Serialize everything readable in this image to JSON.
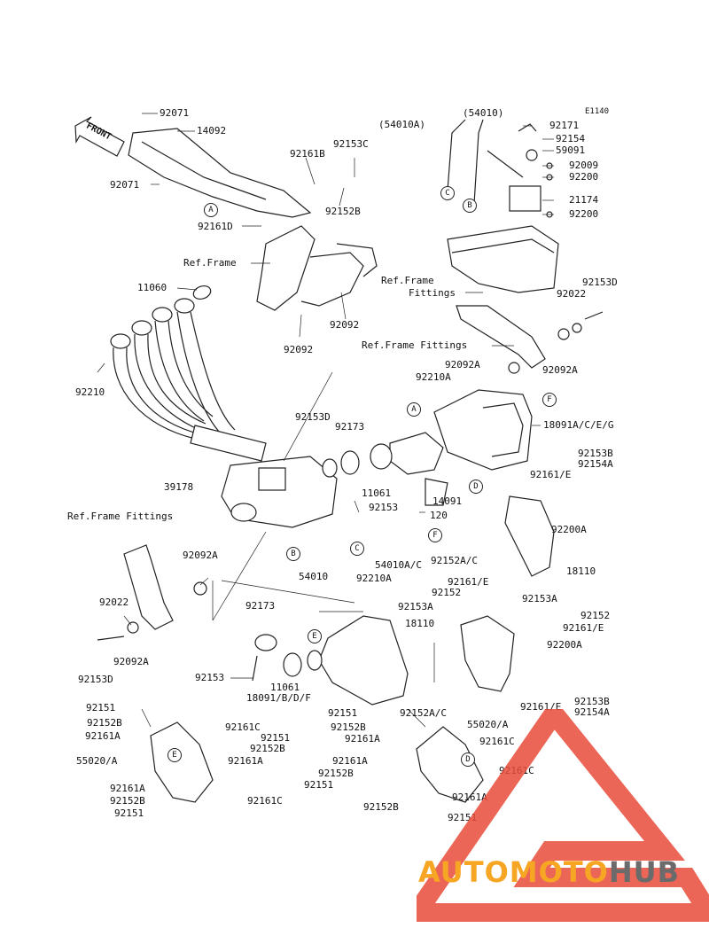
{
  "diagram_code": "E1140",
  "front_label": "FRONT",
  "callouts": [
    "A",
    "B",
    "C",
    "D",
    "E",
    "F"
  ],
  "labels": {
    "l92071a": "92071",
    "l14092": "14092",
    "l92071b": "92071",
    "l92161b": "92161B",
    "l92153c": "92153C",
    "l92152b_top": "92152B",
    "l92161d": "92161D",
    "l54010a_top": "(54010A)",
    "l54010_top": "(54010)",
    "l92171": "92171",
    "l92154": "92154",
    "l59091": "59091",
    "l92009": "92009",
    "l92200a_top": "92200",
    "l21174": "21174",
    "l92200b_top": "92200",
    "l_ref_frame": "Ref.Frame",
    "l11060": "11060",
    "l_ref_ff1a": "Ref.Frame",
    "l_ref_ff1b": "Fittings",
    "l92092_l": "92092",
    "l92092_r": "92092",
    "l92153d_tr": "92153D",
    "l92022_tr": "92022",
    "l_ref_ff2": "Ref.Frame Fittings",
    "l92210": "92210",
    "l92092a_tr": "92092A",
    "l92092a_tr2": "92092A",
    "l92210a_m": "92210A",
    "l92153d_m": "92153D",
    "l92173_m": "92173",
    "l18091_ceg": "18091A/C/E/G",
    "l92153b_r": "92153B",
    "l92154a_r": "92154A",
    "l39178": "39178",
    "l11061_m": "11061",
    "l92153_m": "92153",
    "l14091": "14091",
    "l120": "120",
    "l92161e_r": "92161/E",
    "l92200a_r": "92200A",
    "l_ref_ff3": "Ref.Frame Fittings",
    "l54010_m": "54010",
    "l54010a_m": "54010A/C",
    "l92152ac_m": "92152A/C",
    "l18110_r": "18110",
    "l92092a_l": "92092A",
    "l92210a_l": "92210A",
    "l92161e_m": "92161/E",
    "l92152_m": "92152",
    "l92153a_m": "92153A",
    "l92153a_r": "92153A",
    "l92152_r": "92152",
    "l92161e_r2": "92161/E",
    "l18110_m": "18110",
    "l92022_l": "92022",
    "l92092a_l2": "92092A",
    "l92173_l": "92173",
    "l92200a_r2": "92200A",
    "l92153d_l": "92153D",
    "l92153_l": "92153",
    "l11061_l": "11061",
    "l18091_bdf": "18091/B/D/F",
    "l92161e_r3": "92161/E",
    "l92153b_r2": "92153B",
    "l92154a_r2": "92154A",
    "l92152ac_b": "92152A/C",
    "l92151_bl1": "92151",
    "l92152b_bl1": "92152B",
    "l92161a_bl1": "92161A",
    "l92161c_bl1": "92161C",
    "l92151_bl2": "92151",
    "l92152b_bl2": "92152B",
    "l92161a_bl2": "92161A",
    "l55020a_bl": "55020/A",
    "l92161a_bl3": "92161A",
    "l92152b_bl3": "92152B",
    "l92151_bl3": "92151",
    "l92161c_bl2": "92161C",
    "l92151_bm1": "92151",
    "l92152b_bm1": "92152B",
    "l92161a_bm1": "92161A",
    "l55020a_br": "55020/A",
    "l92161c_br1": "92161C",
    "l92161a_bm2": "92161A",
    "l92152b_bm2": "92152B",
    "l92151_bm2": "92151",
    "l92161c_br2": "92161C",
    "l92152b_bm3": "92152B",
    "l92161a_bm3": "92161A",
    "l92151_bm3": "92151"
  },
  "watermark": {
    "part1": "AUTOMOTO",
    "part2": "HUB",
    "color_orange": "#f6a623",
    "color_red": "#e84b3a",
    "color_gray": "#6b6b6b"
  }
}
